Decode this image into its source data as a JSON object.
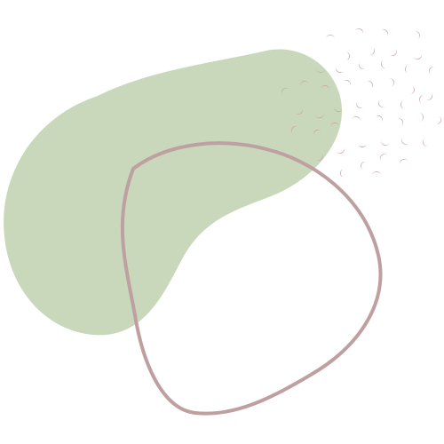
{
  "graphic": {
    "colors": {
      "background": "#ffffff",
      "green_blob": "#c9d8bb",
      "rose_outline": "#bfa0a0",
      "rose_dots": "#c7a4a6"
    },
    "shapes": [
      "green-blob",
      "rose-outline-blob",
      "rose-dot-pattern"
    ]
  }
}
